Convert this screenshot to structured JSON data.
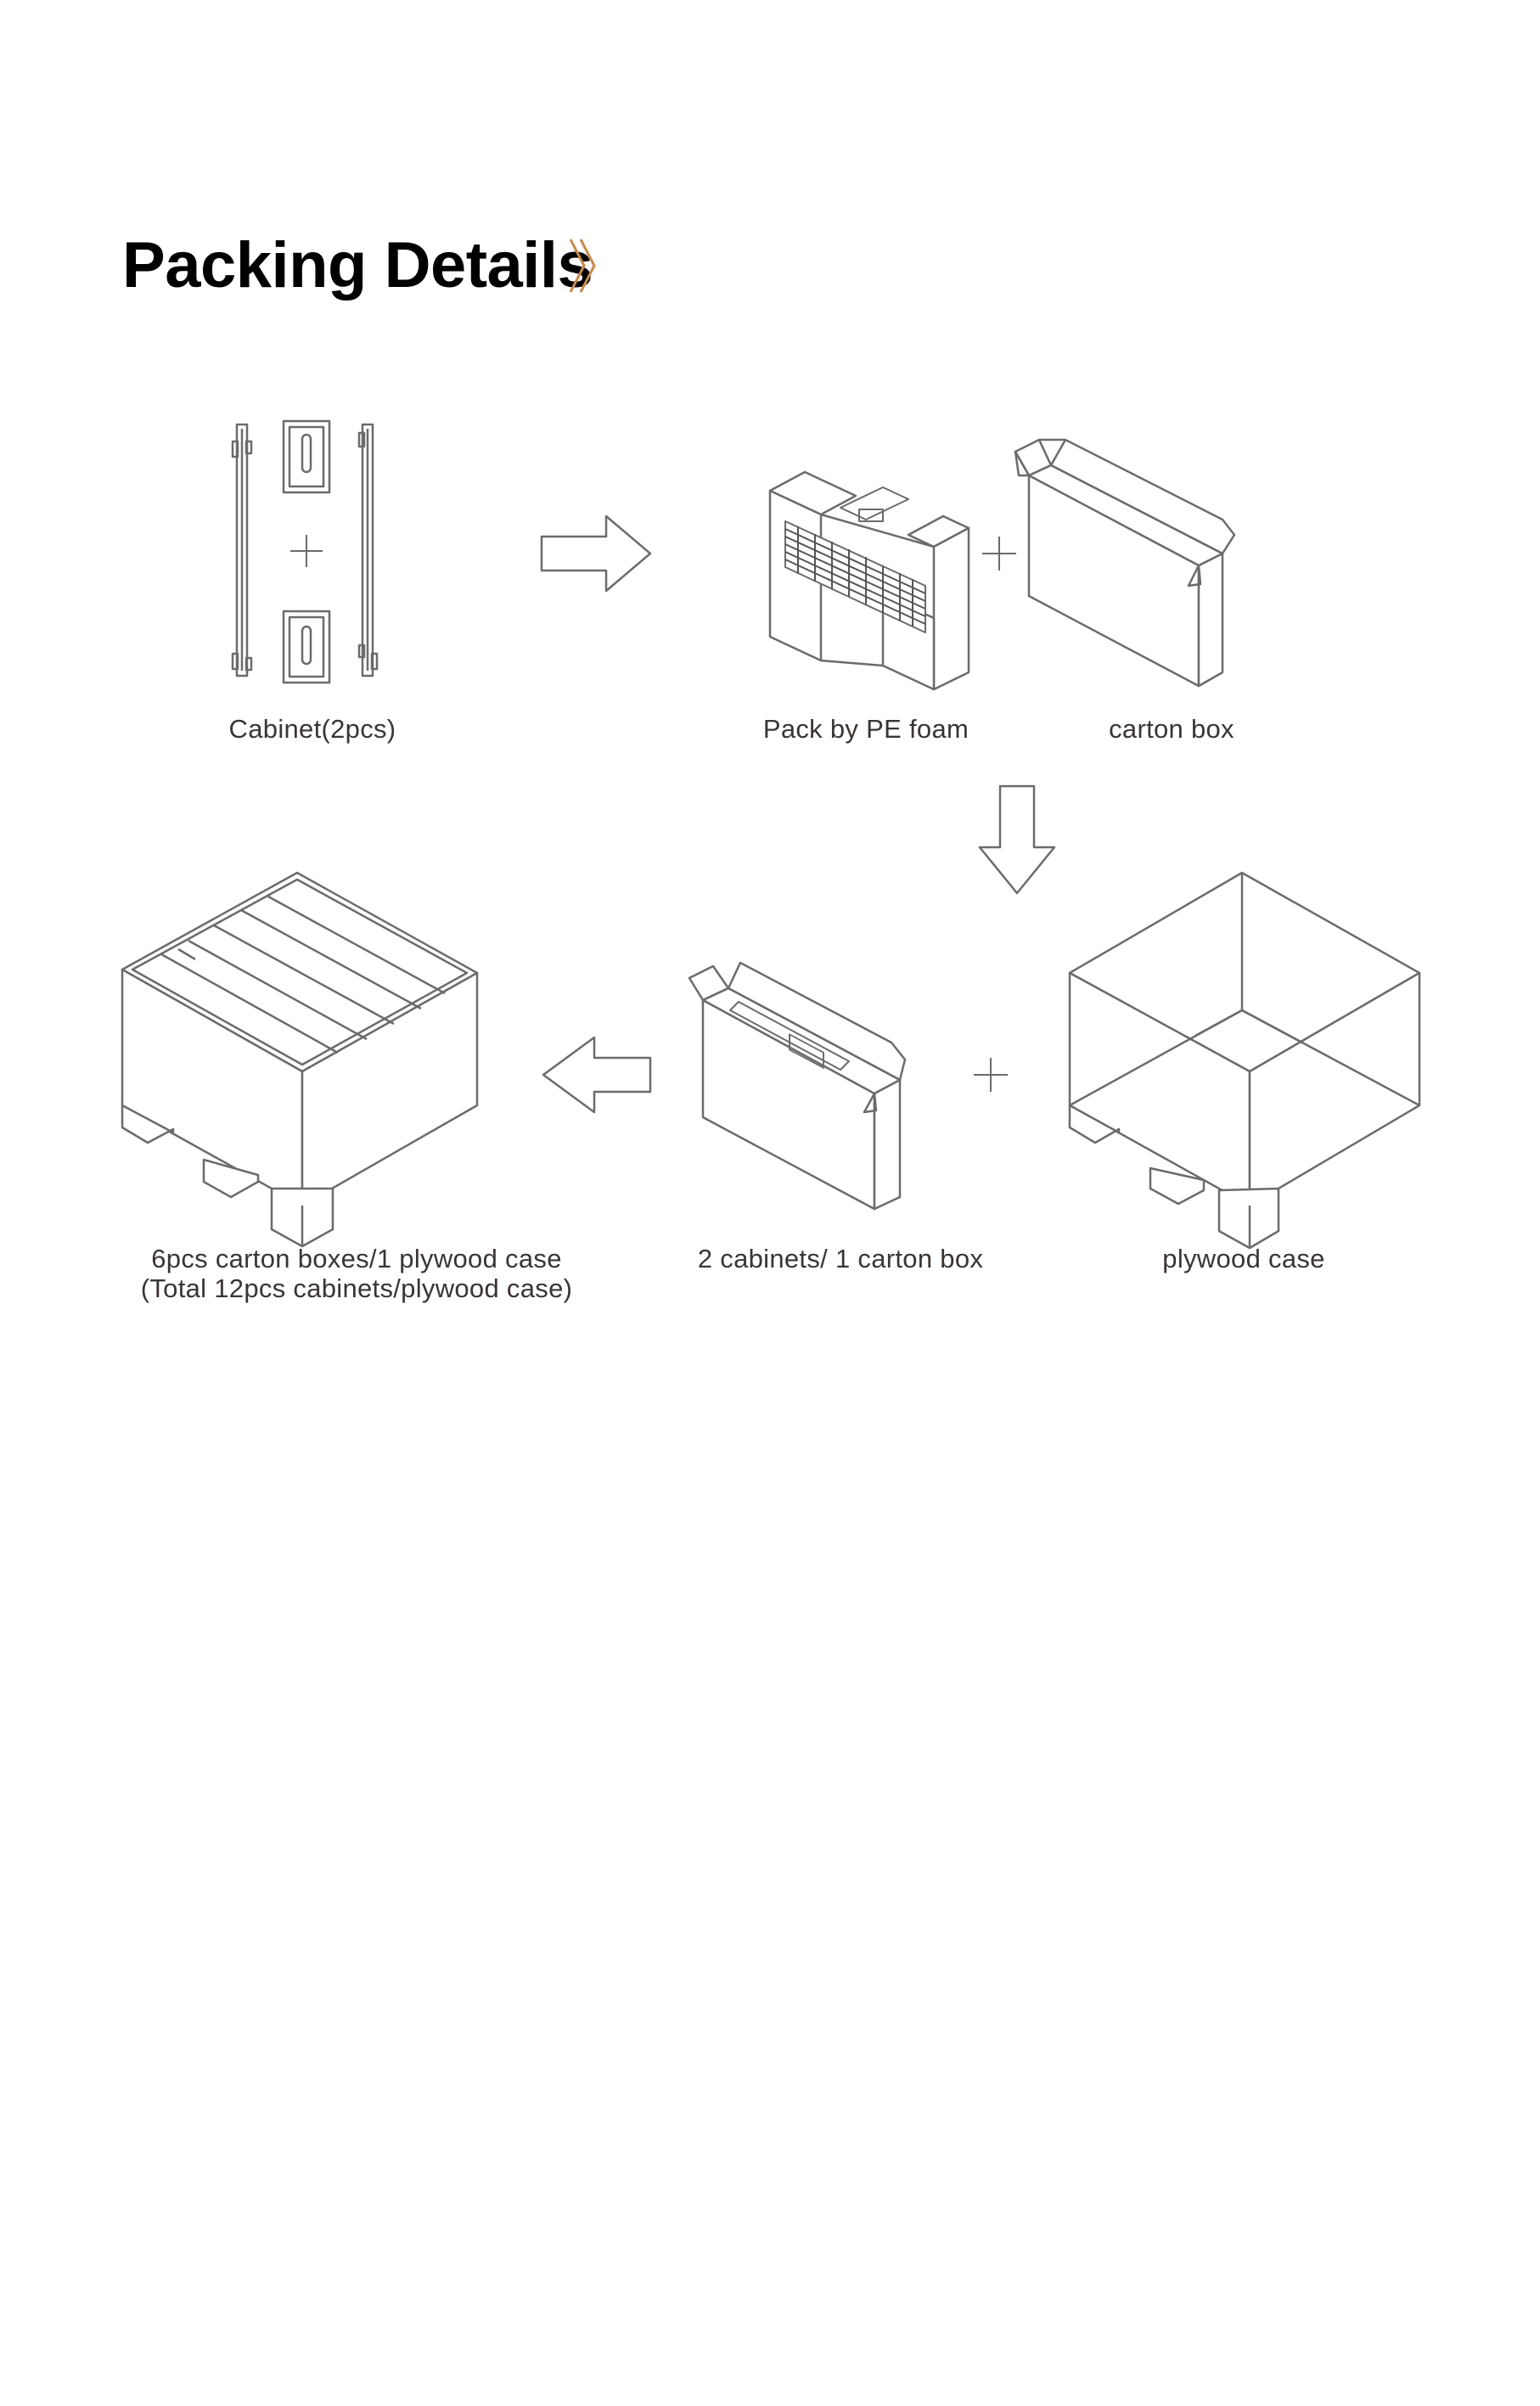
{
  "header": {
    "title": "Packing Details",
    "accent_color": "#c98a4b"
  },
  "steps": {
    "cabinet": {
      "label": "Cabinet(2pcs)"
    },
    "pe_foam": {
      "label": "Pack by PE foam"
    },
    "carton": {
      "label": "carton box"
    },
    "plywood": {
      "label": "plywood case"
    },
    "two_cabinets": {
      "label": "2 cabinets/ 1 carton box"
    },
    "final": {
      "line1": "6pcs carton boxes/1 plywood case",
      "line2": "(Total 12pcs cabinets/plywood case)"
    }
  }
}
